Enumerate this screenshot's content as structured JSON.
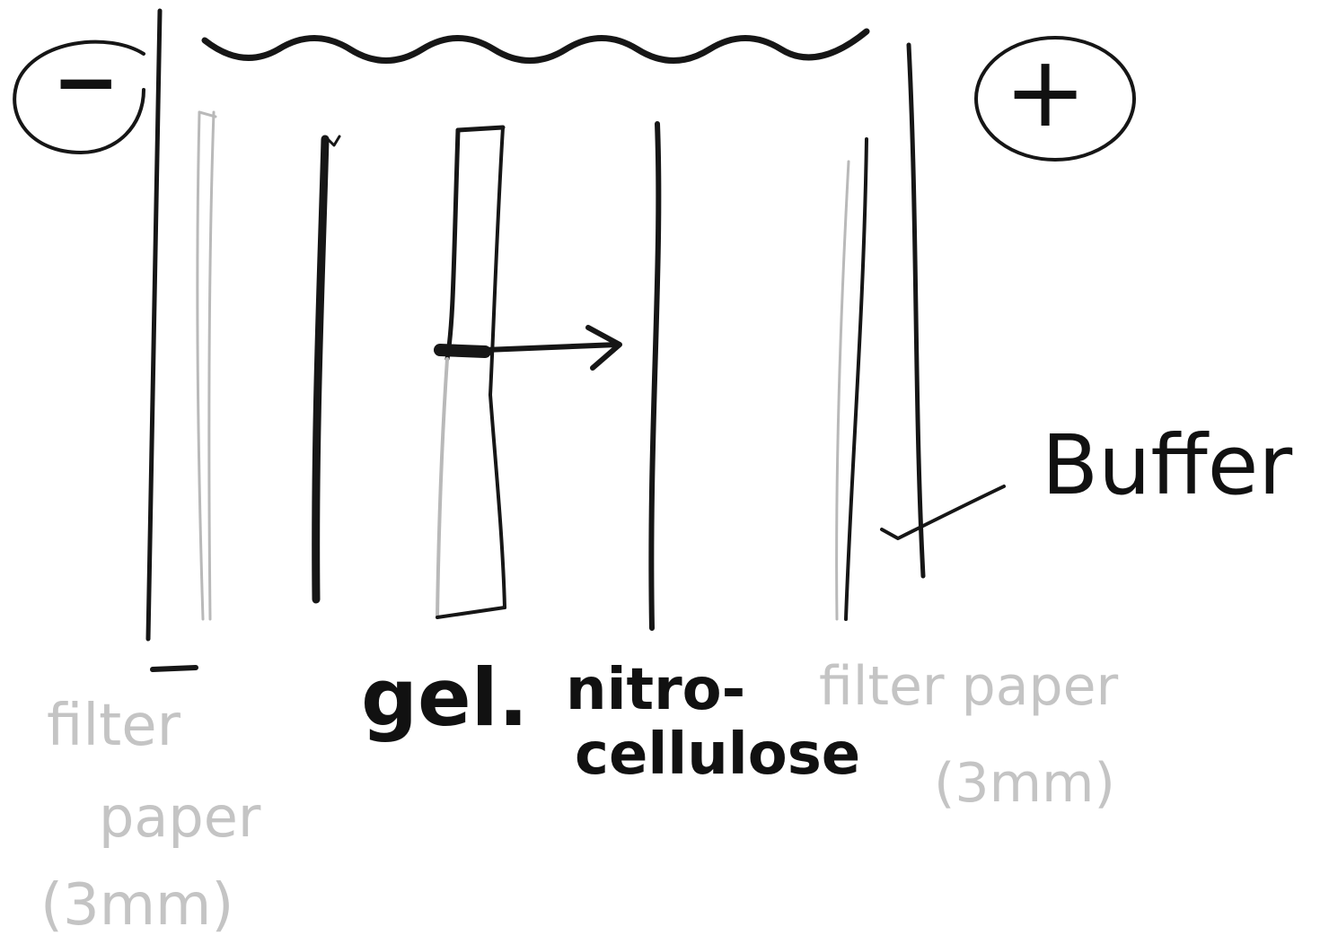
{
  "electrodes": {
    "negative": "−",
    "positive": "+"
  },
  "labels": {
    "filter_paper_left": [
      "filter",
      "paper",
      "(3mm)"
    ],
    "gel": "gel.",
    "nitrocellulose": [
      "nitro-",
      "cellulose"
    ],
    "filter_paper_right": [
      "filter paper",
      "(3mm)"
    ],
    "buffer": "Buffer"
  },
  "colors": {
    "ink": "#161616",
    "faint_ink": "#b9b9b9",
    "background": "#ffffff"
  }
}
